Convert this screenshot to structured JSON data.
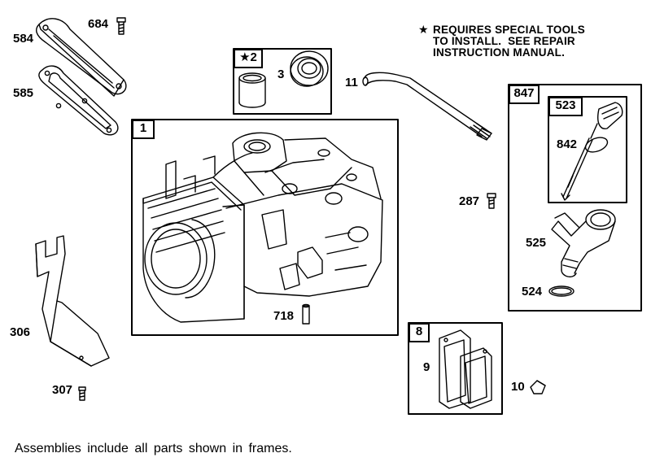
{
  "note": {
    "star": "★",
    "line1": "REQUIRES SPECIAL TOOLS",
    "line2": "TO INSTALL.  SEE REPAIR",
    "line3": "INSTRUCTION MANUAL."
  },
  "footer_text": "Assemblies include all parts shown in frames.",
  "frames": {
    "f1": "1",
    "f2": "★2",
    "f8": "8",
    "f847": "847",
    "f523": "523"
  },
  "parts": {
    "p584": "584",
    "p684": "684",
    "p585": "585",
    "p3": "3",
    "p11": "11",
    "p842": "842",
    "p287": "287",
    "p525": "525",
    "p524": "524",
    "p306": "306",
    "p307": "307",
    "p718": "718",
    "p9": "9",
    "p10": "10"
  }
}
